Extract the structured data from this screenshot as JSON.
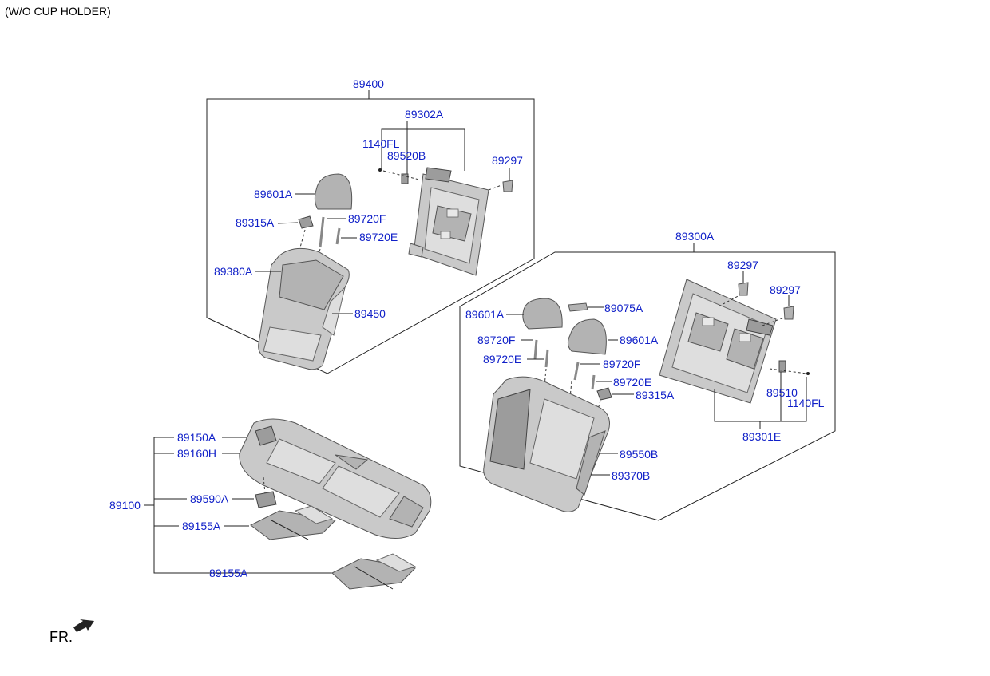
{
  "header": {
    "title": "(W/O CUP HOLDER)"
  },
  "footer": {
    "direction": "FR."
  },
  "labels": {
    "g89400": "89400",
    "g89302A": "89302A",
    "g1140FL_a": "1140FL",
    "g89520B": "89520B",
    "g89297_a": "89297",
    "g89601A_a": "89601A",
    "g89315A_a": "89315A",
    "g89720F_a": "89720F",
    "g89720E_a": "89720E",
    "g89380A": "89380A",
    "g89450": "89450",
    "g89300A": "89300A",
    "g89297_b": "89297",
    "g89297_c": "89297",
    "g89601A_b": "89601A",
    "g89075A": "89075A",
    "g89720F_b": "89720F",
    "g89601A_c": "89601A",
    "g89720E_b": "89720E",
    "g89720F_c": "89720F",
    "g89720E_c": "89720E",
    "g89315A_b": "89315A",
    "g89510": "89510",
    "g1140FL_b": "1140FL",
    "g89301E": "89301E",
    "g89550B": "89550B",
    "g89370B": "89370B",
    "g89150A": "89150A",
    "g89160H": "89160H",
    "g89100": "89100",
    "g89590A": "89590A",
    "g89155A_a": "89155A",
    "g89155A_b": "89155A"
  },
  "colors": {
    "part_number": "#1020c8",
    "line": "#222222",
    "part_fill": "#c9c9c9"
  }
}
